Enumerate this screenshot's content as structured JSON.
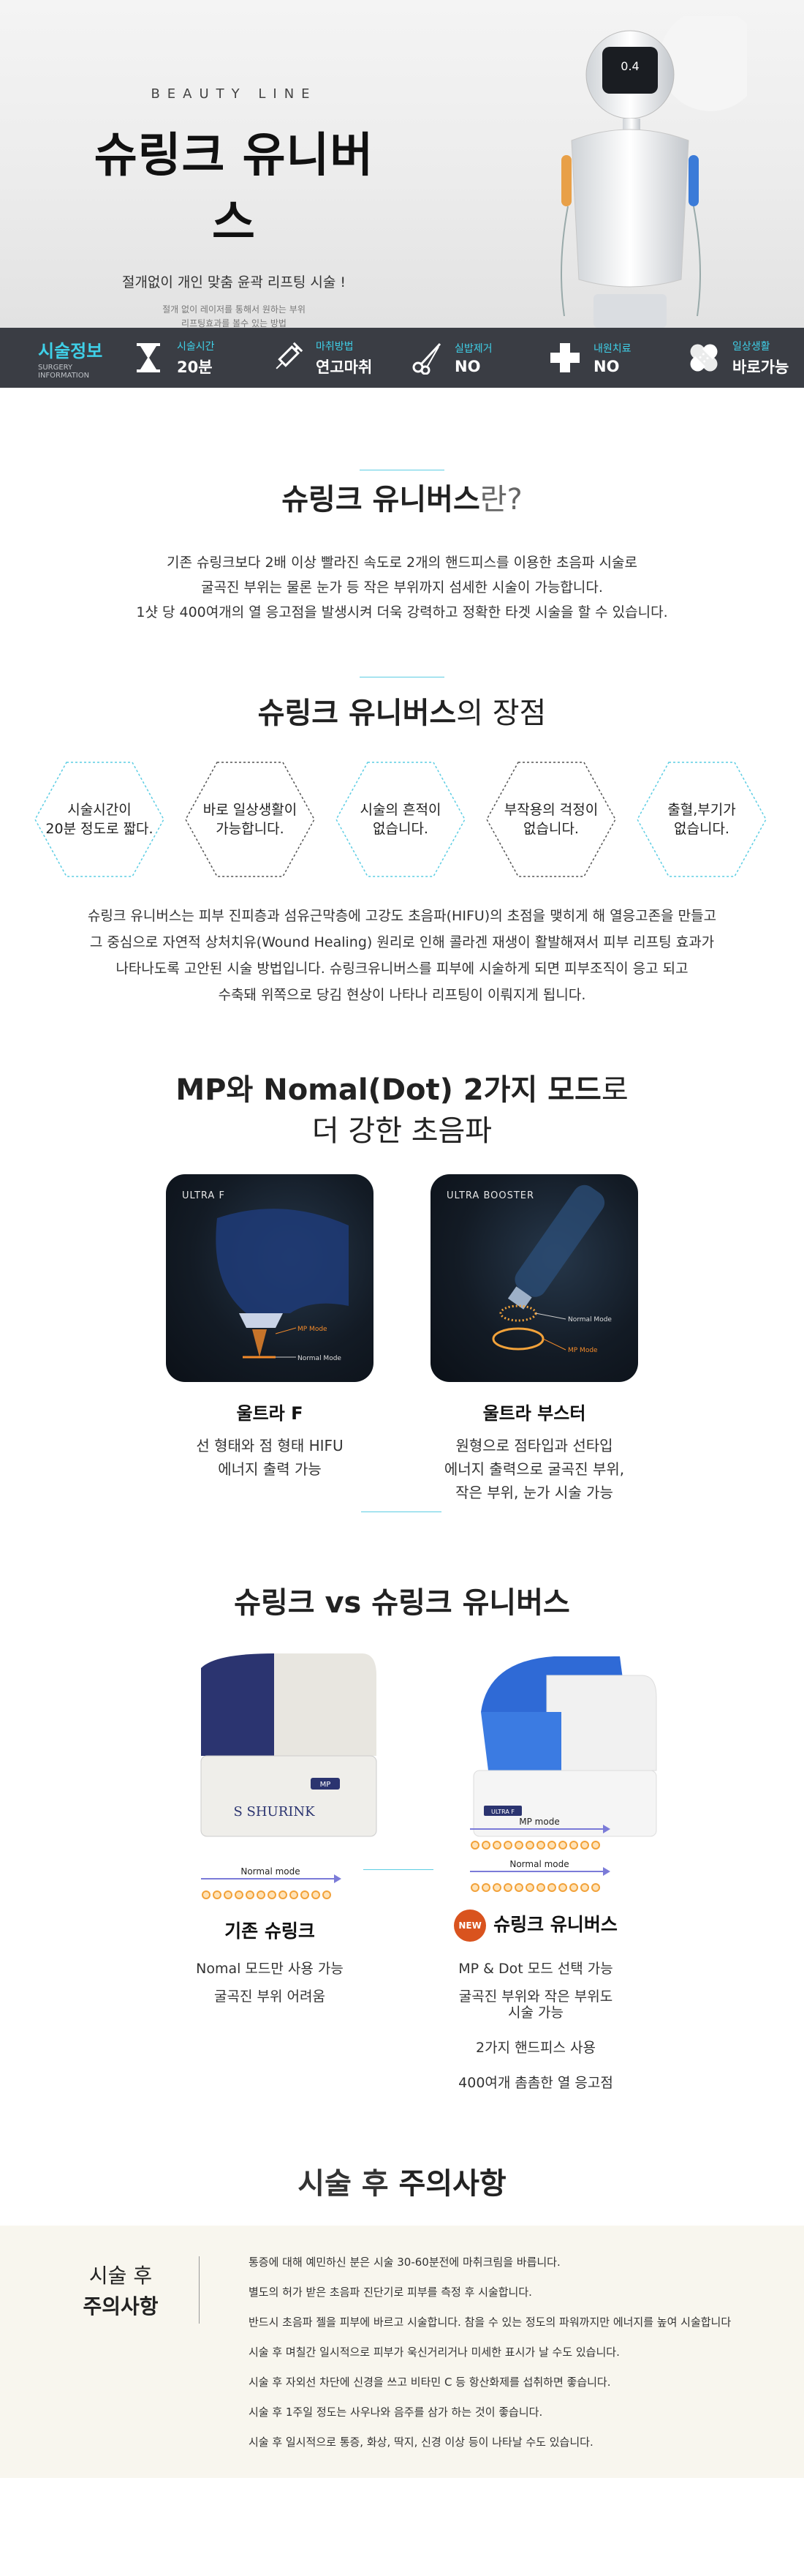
{
  "hero": {
    "eyebrow": "BEAUTY LINE",
    "title": "슈링크 유니버스",
    "subtitle": "절개없이 개인 맞춤 윤곽 리프팅 시술 !",
    "desc_line1": "절개 없이 레이저를 통해서 원하는 부위",
    "desc_line2": "리프팅효과를 볼수 있는 방법",
    "device_screen_value": "0.4"
  },
  "info_bar": {
    "head_title": "시술정보",
    "head_sub": "SURGERY INFORMATION",
    "items": [
      {
        "label": "시술시간",
        "value": "20분",
        "icon": "hourglass-icon"
      },
      {
        "label": "마취방법",
        "value": "연고마취",
        "icon": "syringe-icon"
      },
      {
        "label": "실밥제거",
        "value": "NO",
        "icon": "scissors-icon"
      },
      {
        "label": "내원치료",
        "value": "NO",
        "icon": "medical-cross-icon"
      },
      {
        "label": "일상생활",
        "value": "바로가능",
        "icon": "bandage-icon"
      }
    ]
  },
  "what": {
    "title_bold": "슈링크 유니버스",
    "title_light": "란?",
    "lines": [
      "기존 슈링크보다 2배 이상 빨라진 속도로 2개의 핸드피스를 이용한 초음파 시술로",
      "굴곡진 부위는 물론 눈가 등 작은 부위까지 섬세한 시술이 가능합니다.",
      "1샷 당 400여개의 열 응고점을 발생시켜 더욱 강력하고 정확한 타겟 시술을 할 수 있습니다."
    ]
  },
  "merits": {
    "title_bold": "슈링크 유니버스",
    "title_light": "의 장점",
    "hexagons": [
      "시술시간이\n20분 정도로 짧다.",
      "바로 일상생활이\n가능합니다.",
      "시술의 흔적이\n없습니다.",
      "부작용의 걱정이\n없습니다.",
      "출혈,부기가\n없습니다."
    ],
    "lines": [
      "슈링크 유니버스는 피부 진피층과 섬유근막층에 고강도 초음파(HIFU)의 초점을 맺히게 해 열응고존을 만들고",
      "그 중심으로 자연적 상처치유(Wound Healing) 원리로 인해 콜라겐 재생이 활발해져서 피부 리프팅 효과가",
      "나타나도록 고안된 시술 방법입니다.  슈링크유니버스를 피부에 시술하게 되면 피부조직이 응고 되고",
      "수축돼 위쪽으로 당김 현상이 나타나 리프팅이 이뤄지게 됩니다."
    ]
  },
  "modes": {
    "title_line1_bold": "MP와 Nomal(Dot) 2가지 모드",
    "title_line1_light": "로",
    "title_line2": "더 강한 초음파",
    "cards": [
      {
        "card_label": "ULTRA F",
        "mp_label": "MP Mode",
        "normal_label": "Normal Mode",
        "name": "울트라 F",
        "desc": [
          "선 형태와 점 형태 HIFU",
          "에너지 출력 가능"
        ]
      },
      {
        "card_label": "ULTRA BOOSTER",
        "normal_label": "Normal Mode",
        "mp_label": "MP Mode",
        "name": "울트라 부스터",
        "desc": [
          "원형으로 점타입과 선타입",
          "에너지 출력으로 굴곡진 부위,",
          "작은 부위, 눈가 시술 가능"
        ]
      }
    ]
  },
  "compare": {
    "title": "슈링크 vs 슈링크 유니버스",
    "left": {
      "machine_brand": "S SHURINK",
      "machine_badge": "MP",
      "normal_mode": "Normal mode",
      "name": "기존 슈링크",
      "items": [
        "Nomal 모드만 사용 가능",
        "굴곡진 부위 어려움"
      ]
    },
    "right": {
      "machine_tag": "ULTRA F",
      "mp_mode": "MP mode",
      "normal_mode": "Normal mode",
      "badge": "NEW",
      "name": "슈링크 유니버스",
      "items": [
        "MP & Dot 모드 선택 가능",
        "굴곡진 부위와 작은 부위도",
        "시술 가능",
        "2가지 핸드피스 사용",
        "400여개 촘촘한 열 응고점"
      ]
    }
  },
  "caution": {
    "title_light": "시술 후 ",
    "title_bold": "주의사항",
    "head_light": "시술 후",
    "head_bold": "주의사항",
    "items": [
      "통증에 대해 예민하신 분은 시술 30-60분전에 마취크림을 바릅니다.",
      "별도의 허가 받은 초음파 진단기로 피부를 측정 후 시술합니다.",
      "반드시 초음파 젤을 피부에 바르고 시술합니다. 참을 수 있는 정도의 파워까지만 에너지를 높여 시술합니다",
      "시술 후 며칠간 일시적으로 피부가 욱신거리거나 미세한 표시가 날 수도 있습니다.",
      "시술 후 자외선 차단에 신경을 쓰고 비타민 C 등 항산화제를 섭취하면 좋습니다.",
      "시술 후 1주일 정도는 사우나와 음주를 삼가 하는 것이 좋습니다.",
      "시술 후 일시적으로 통증, 화상, 딱지, 신경 이상 등이 나타날 수도 있습니다."
    ]
  },
  "colors": {
    "accent": "#3fd0e8",
    "info_bar_bg": "#3a3d44",
    "caution_bg": "#f8f6ee",
    "new_badge": "#d9531e",
    "mp_orange": "#f2a23a"
  }
}
